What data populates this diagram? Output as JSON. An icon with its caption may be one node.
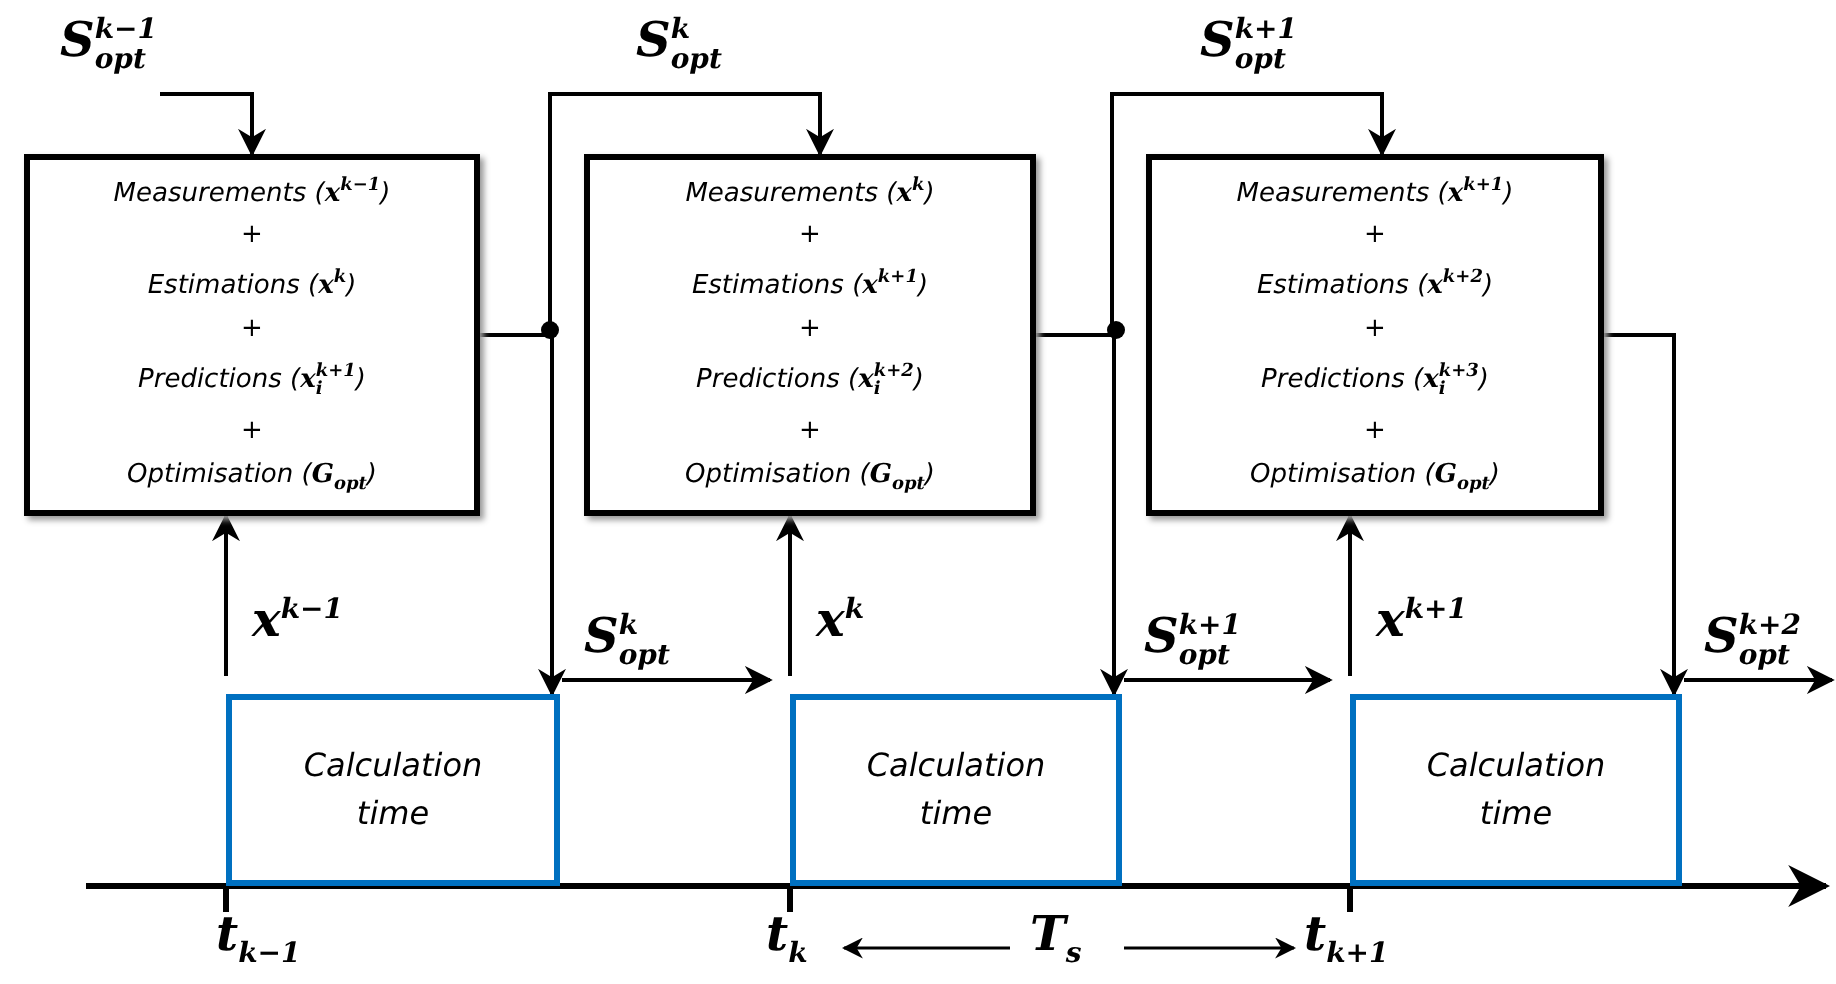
{
  "diagram": {
    "nodes": [
      {
        "text": [
          "S$^{k−1}$$_{opt}$"
        ]
      },
      {
        "text": [
          "Measurements (**x**$^{k−1}$)",
          "+",
          "Estimations (**x**$^{k}$)",
          "+",
          "Predictions (**x**$_{i}$$^{k+1}$)",
          "+",
          "Optimisation (**G**$_{opt}$)"
        ]
      },
      {
        "text": [
          "Measurements (**x**$^{k}$)",
          "+",
          "Estimations (**x**$^{k+1}$)",
          "+",
          "Predictions (**x**$_{i}$$^{k+2}$)",
          "+",
          "Optimisation (**G**$_{opt}$)"
        ]
      },
      {
        "text": [
          "Measurements (**x**$^{k+1}$)",
          "+",
          "Estimations (**x**$^{k+2}$)",
          "+",
          "Predictions (**x**$_{i}$$^{k+3}$)",
          "+",
          "Optimisation (**G**$_{opt}$)"
        ]
      },
      {
        "text": [
          "Calculation time"
        ]
      },
      {
        "text": [
          "Calculation time"
        ]
      },
      {
        "text": [
          "Calculation time"
        ]
      }
    ],
    "edges": [
      {
        "from": 0,
        "to": 1,
        "arrow": "to"
      },
      {
        "from": 1,
        "to": 2,
        "arrow": "to",
        "label": "S$^{k}$$_{opt}$"
      },
      {
        "from": 1,
        "to": 4,
        "arrow": "to"
      },
      {
        "from": 4,
        "to": 5,
        "arrow": "to",
        "label": "S$^{k}$$_{opt}$"
      },
      {
        "from": 4,
        "to": 1,
        "arrow": "to",
        "label": "x$^{k−1}$"
      },
      {
        "from": 2,
        "to": 3,
        "arrow": "to",
        "label": "S$^{k+1}$$_{opt}$"
      },
      {
        "from": 2,
        "to": 5,
        "arrow": "to"
      },
      {
        "from": 5,
        "to": 6,
        "arrow": "to",
        "label": "S$^{k+1}$$_{opt}$"
      },
      {
        "from": 5,
        "to": 2,
        "arrow": "to",
        "label": "x$^{k}$"
      },
      {
        "from": 3,
        "to": 6,
        "arrow": "to"
      },
      {
        "from": 6,
        "to": null,
        "arrow": "to",
        "label": "S$^{k+2}$$_{opt}$"
      },
      {
        "from": 6,
        "to": 3,
        "arrow": "to",
        "label": "x$^{k+1}$"
      }
    ],
    "labels": [
      "t$_{k−1}$",
      "t$_{k}$",
      "T$_{s}$",
      "t$_{k+1}$"
    ]
  }
}
